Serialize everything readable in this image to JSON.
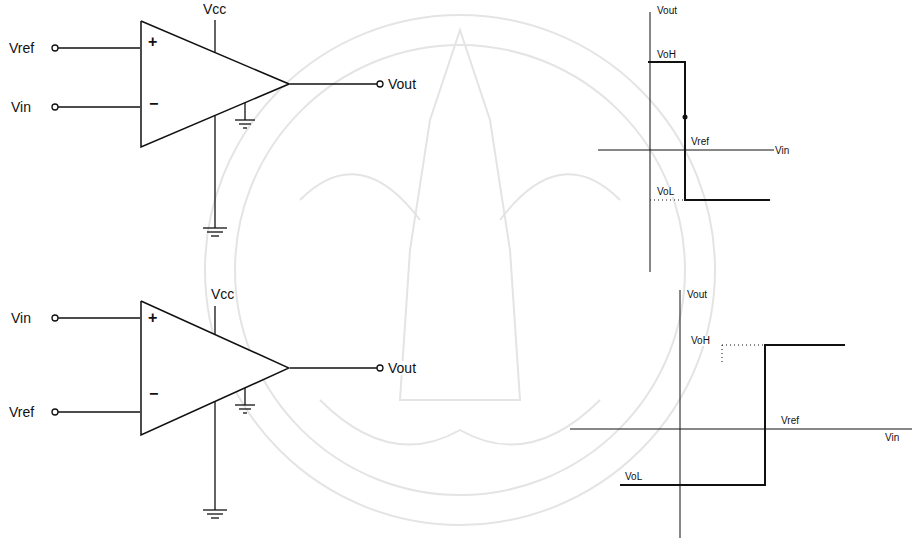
{
  "diagram": {
    "nodes": [
      {
        "text": [
          "+",
          "−"
        ]
      },
      {
        "text": [
          "+",
          "−"
        ]
      }
    ],
    "labels": [
      "Vcc",
      "Vref",
      "Vin",
      "Vout",
      "Vout",
      "VoH",
      "Vref",
      "Vin",
      "VoL",
      "Vcc",
      "Vin",
      "Vref",
      "Vout",
      "Vout",
      "VoH",
      "Vref",
      "Vin",
      "VoL"
    ]
  }
}
